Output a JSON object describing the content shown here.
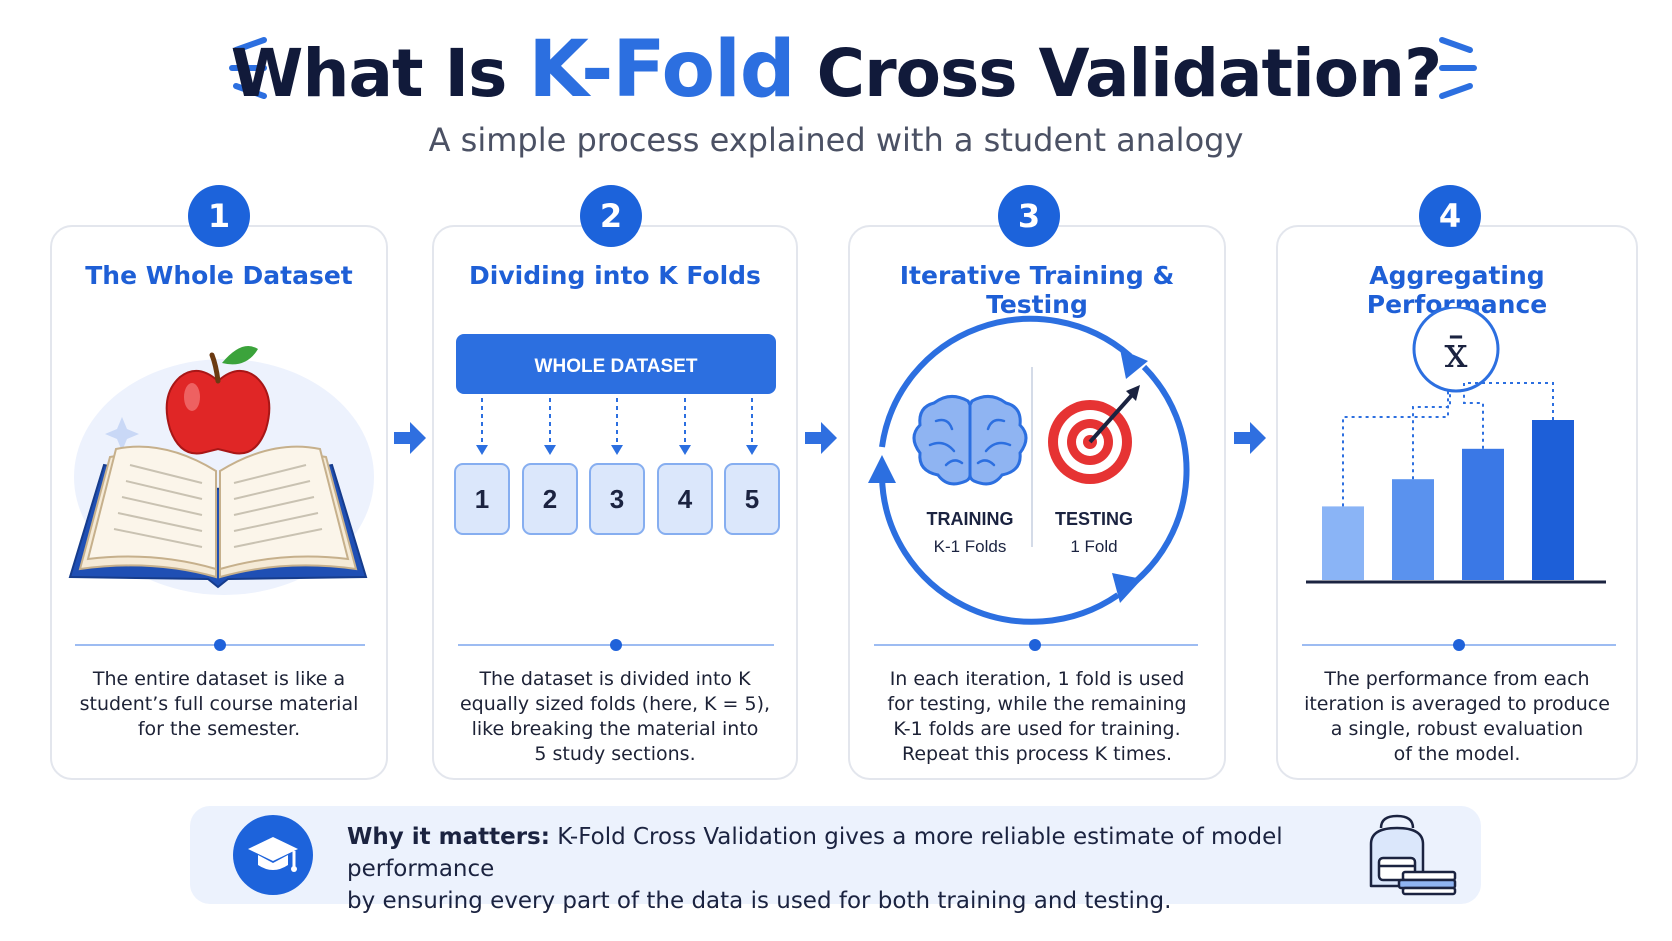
{
  "header": {
    "title_prefix": "What Is ",
    "title_accent": "K-Fold",
    "title_suffix": " Cross Validation?",
    "subtitle": "A simple process explained with a student analogy"
  },
  "steps": [
    {
      "number": "1",
      "title": "The Whole Dataset",
      "desc": [
        "The entire dataset is like a",
        "student’s full course material",
        "for the semester."
      ]
    },
    {
      "number": "2",
      "title": "Dividing into K Folds",
      "whole_label": "WHOLE DATASET",
      "folds": [
        "1",
        "2",
        "3",
        "4",
        "5"
      ],
      "desc": [
        "The dataset is divided into K",
        "equally sized folds (here, K = 5),",
        "like breaking the material into",
        "5 study sections."
      ]
    },
    {
      "number": "3",
      "title": "Iterative Training & Testing",
      "training_label": "TRAINING",
      "training_sub": "K-1 Folds",
      "testing_label": "TESTING",
      "testing_sub": "1 Fold",
      "desc": [
        "In each iteration, 1 fold is used",
        "for testing, while the remaining",
        "K-1 folds are used for training.",
        "Repeat this process K times."
      ]
    },
    {
      "number": "4",
      "title": "Aggregating Performance",
      "mean_symbol": "x̄",
      "bar_levels": [
        0.46,
        0.63,
        0.82,
        1.0
      ],
      "desc": [
        "The performance from each",
        "iteration is averaged to produce",
        "a single, robust evaluation",
        "of the model."
      ]
    }
  ],
  "footer": {
    "lead": "Why it matters:",
    "line1": " K-Fold Cross Validation gives a more reliable estimate of model performance",
    "line2": "by ensuring every part of the data is used for both training and testing."
  },
  "colors": {
    "accent": "#2c6fe0",
    "primary_blue": "#1c63db",
    "card_border": "#e3e6ed",
    "footer_bg": "#ecf2fd"
  }
}
